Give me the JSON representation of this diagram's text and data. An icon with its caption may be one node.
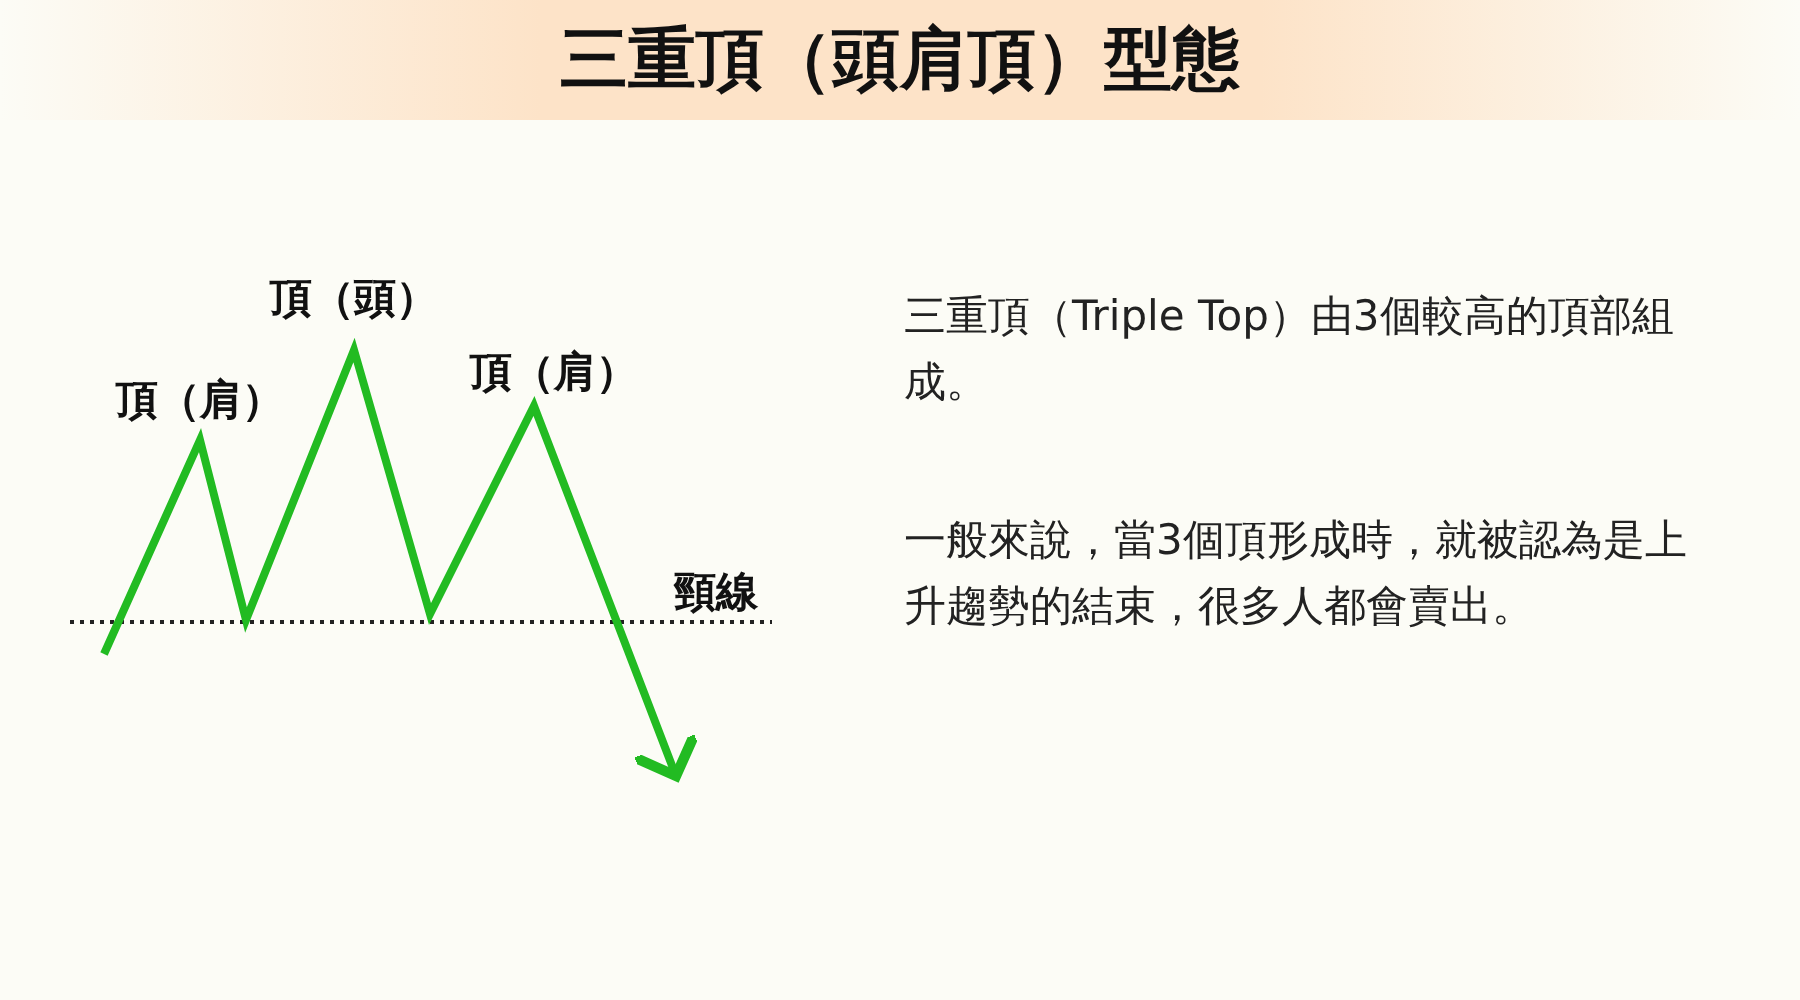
{
  "diagram": {
    "title": "三重頂（頭肩頂）型態",
    "labels": [
      "頂（頭）",
      "頂（肩）",
      "頂（肩）",
      "頸線",
      "三重頂（Triple Top）由3個較高的頂部組成。",
      "一般來說，當3個頂形成時，就被認為是上升趨勢的結束，很多人都會賣出。"
    ]
  }
}
